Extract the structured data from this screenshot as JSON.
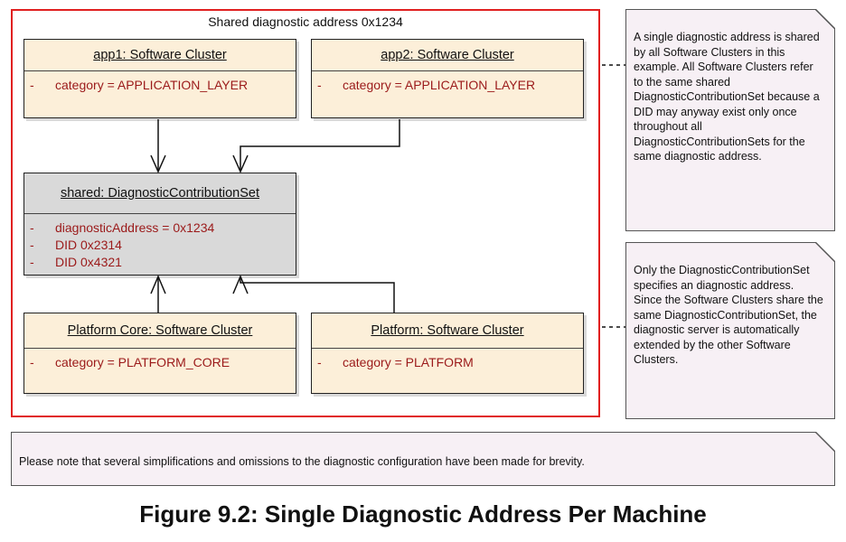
{
  "frame": {
    "title": "Shared diagnostic address 0x1234"
  },
  "boxes": {
    "app1": {
      "title": "app1: Software Cluster",
      "attrs": [
        "category = APPLICATION_LAYER"
      ]
    },
    "app2": {
      "title": "app2: Software Cluster",
      "attrs": [
        "category = APPLICATION_LAYER"
      ]
    },
    "shared": {
      "title": "shared: DiagnosticContributionSet",
      "attrs": [
        "diagnosticAddress = 0x1234",
        "DID 0x2314",
        "DID 0x4321"
      ]
    },
    "platform_core": {
      "title": "Platform Core: Software Cluster",
      "attrs": [
        "category = PLATFORM_CORE"
      ]
    },
    "platform": {
      "title": "Platform: Software Cluster",
      "attrs": [
        "category = PLATFORM"
      ]
    }
  },
  "attr_dash": "-",
  "notes": {
    "top": "A single diagnostic address is shared by all Software Clusters in this example. All Software Clusters refer to the same shared DiagnosticContributionSet because a DID may anyway exist only once throughout all DiagnosticContributionSets for the same diagnostic address.",
    "middle": "Only the DiagnosticContributionSet specifies an diagnostic address. Since the Software Clusters share the same DiagnosticContributionSet, the diagnostic server is automatically extended by the other Software Clusters.",
    "bottom": "Please note that several simplifications and omissions to the diagnostic configuration have been made for brevity."
  },
  "caption": "Figure 9.2: Single Diagnostic Address Per Machine",
  "colors": {
    "frame": "#e02020",
    "cluster_fill": "#fcefd9",
    "set_fill": "#d9d9d9",
    "attr_text": "#9b1a1a",
    "note_fill": "#f7f0f5"
  }
}
